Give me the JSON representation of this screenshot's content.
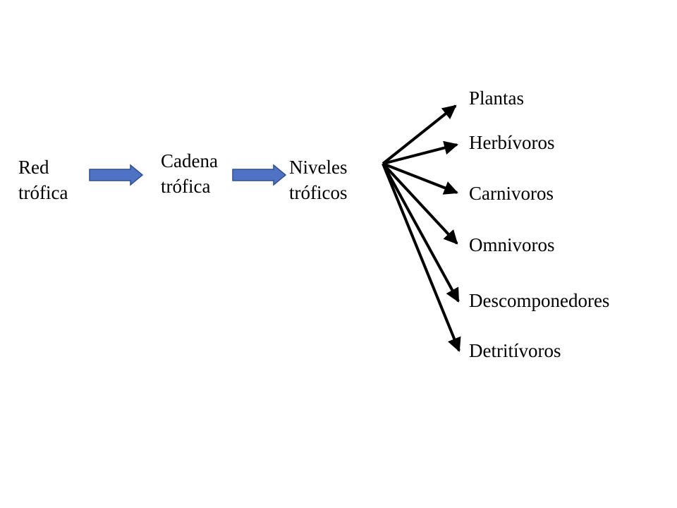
{
  "diagram": {
    "nodes": {
      "red_trofica": {
        "line1": "Red",
        "line2": "trófica"
      },
      "cadena_trofica": {
        "line1": "Cadena",
        "line2": "trófica"
      },
      "niveles_troficos": {
        "line1": "Niveles",
        "line2": "tróficos"
      }
    },
    "branches": [
      "Plantas",
      "Herbívoros",
      "Carnivoros",
      "Omnivoros",
      "Descomponedores",
      "Detritívoros"
    ],
    "colors": {
      "block_arrow_fill": "#4f72c4",
      "block_arrow_stroke": "#2f4f94",
      "branch_arrow": "#000000",
      "text": "#000000"
    }
  }
}
